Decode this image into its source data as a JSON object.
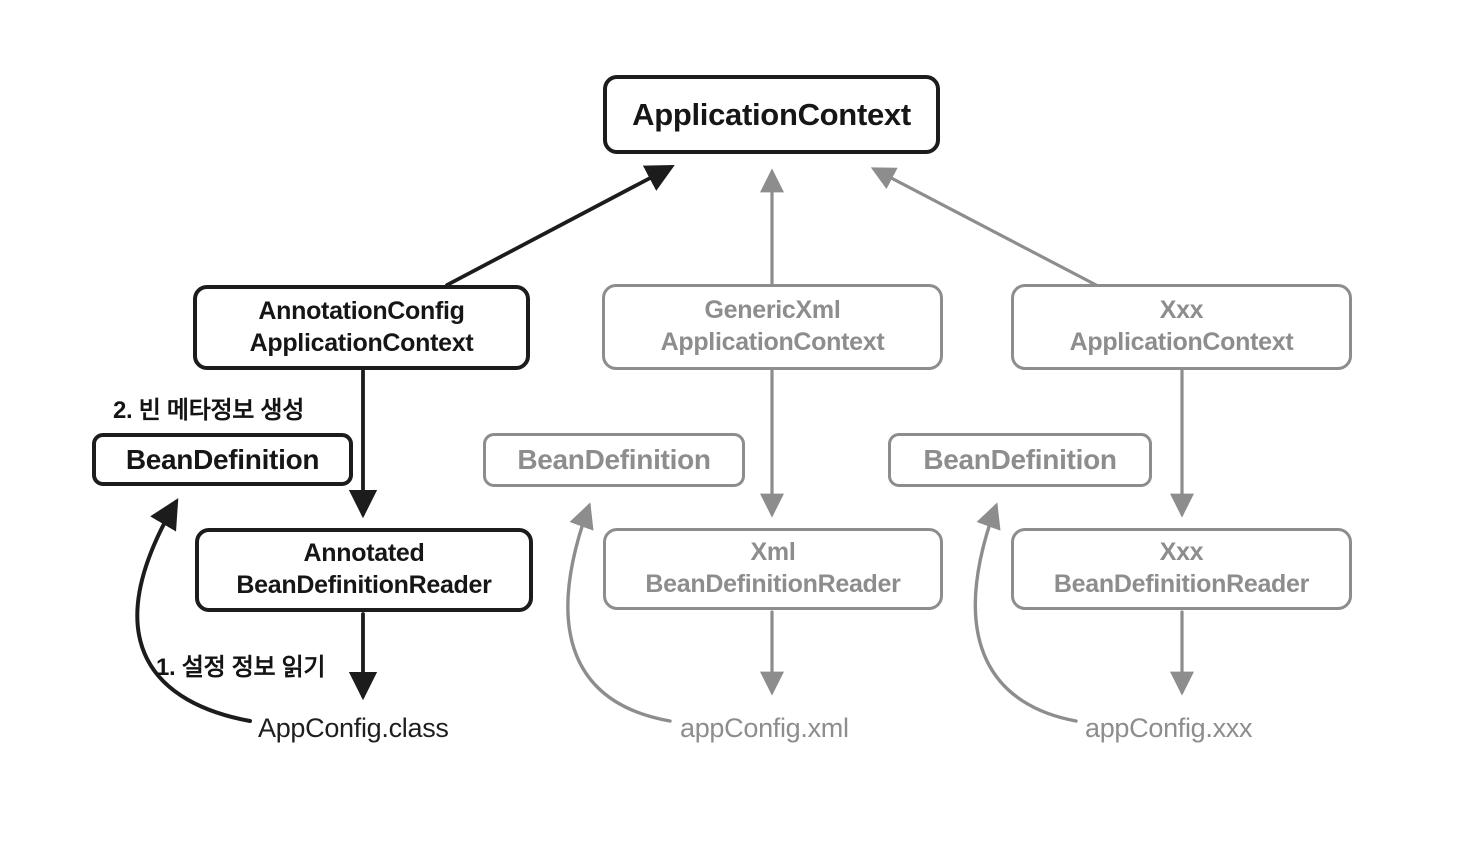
{
  "colors": {
    "active": "#1c1c1c",
    "inactive": "#8d8d8d",
    "background": "#ffffff"
  },
  "nodes": {
    "applicationContext": {
      "label": "ApplicationContext",
      "state": "active"
    },
    "annotationConfigApplicationContext": {
      "line1": "AnnotationConfig",
      "line2": "ApplicationContext",
      "state": "active"
    },
    "genericXmlApplicationContext": {
      "line1": "GenericXml",
      "line2": "ApplicationContext",
      "state": "inactive"
    },
    "xxxApplicationContext": {
      "line1": "Xxx",
      "line2": "ApplicationContext",
      "state": "inactive"
    },
    "beanDefinitionAnnotation": {
      "label": "BeanDefinition",
      "state": "active"
    },
    "beanDefinitionXml": {
      "label": "BeanDefinition",
      "state": "inactive"
    },
    "beanDefinitionXxx": {
      "label": "BeanDefinition",
      "state": "inactive"
    },
    "annotatedBeanDefinitionReader": {
      "line1": "Annotated",
      "line2": "BeanDefinitionReader",
      "state": "active"
    },
    "xmlBeanDefinitionReader": {
      "line1": "Xml",
      "line2": "BeanDefinitionReader",
      "state": "inactive"
    },
    "xxxBeanDefinitionReader": {
      "line1": "Xxx",
      "line2": "BeanDefinitionReader",
      "state": "inactive"
    }
  },
  "files": {
    "appConfigClass": "AppConfig.class",
    "appConfigXml": "appConfig.xml",
    "appConfigXxx": "appConfig.xxx"
  },
  "annotations": {
    "step1": "1. 설정 정보 읽기",
    "step2": "2. 빈 메타정보 생성"
  }
}
